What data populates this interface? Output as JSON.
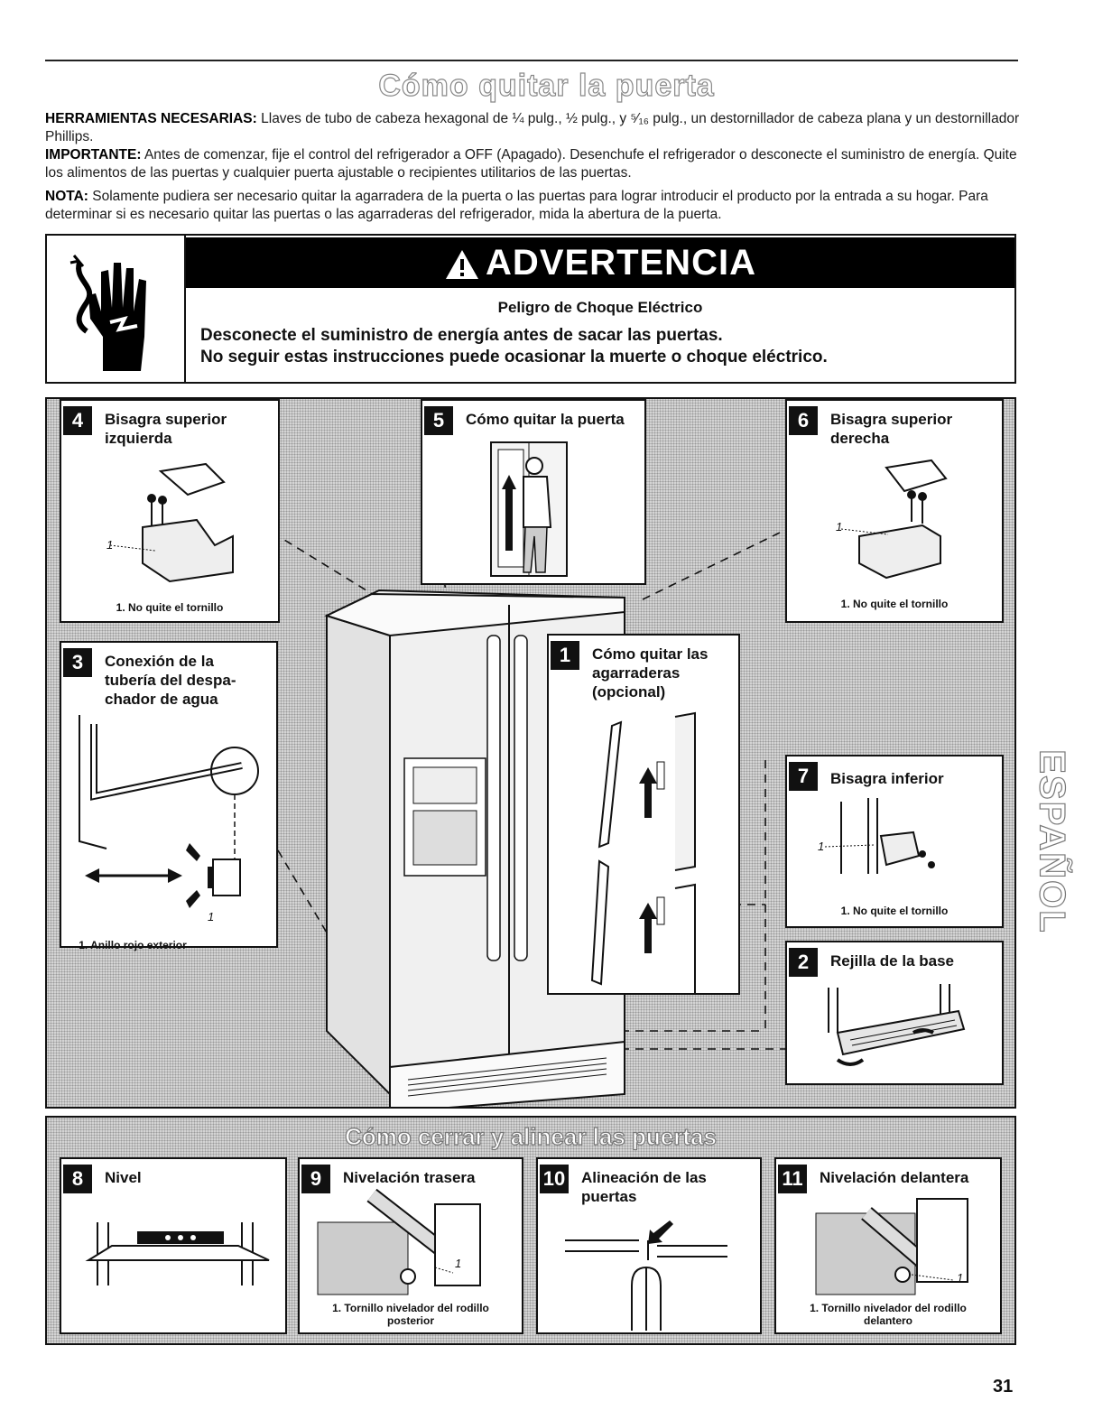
{
  "page": {
    "title": "Cómo quitar la puerta",
    "page_number": "31",
    "side_tab": "ESPAÑOL"
  },
  "intro": {
    "tools_label": "HERRAMIENTAS NECESARIAS:",
    "tools_text": "Llaves de tubo de cabeza hexagonal de ¼ pulg., ½ pulg., y ⁵⁄₁₆ pulg., un destornillador de cabeza plana y un destornillador Phillips.",
    "important_label": "IMPORTANTE:",
    "important_text": "Antes de comenzar, fije el control del refrigerador a OFF (Apagado). Desenchufe el refrigerador o desconecte el suministro de energía. Quite los alimentos de las puertas y cualquier puerta ajustable o recipientes utilitarios de las puertas.",
    "note_label": "NOTA:",
    "note_text": "Solamente pudiera ser necesario quitar la agarradera de la puerta o las puertas para lograr introducir el producto por la entrada a su hogar. Para determinar si es necesario quitar las puertas o las agarraderas del refrigerador, mida la abertura de la puerta."
  },
  "warning": {
    "heading": "ADVERTENCIA",
    "subheading": "Peligro de Choque Eléctrico",
    "line1": "Desconecte el suministro de energía antes de sacar las puertas.",
    "line2": "No seguir estas instrucciones puede ocasionar la muerte o choque eléctrico."
  },
  "panels": {
    "p1": {
      "num": "1",
      "title_lines": [
        "Cómo quitar las",
        "agarraderas",
        "(opcional)"
      ]
    },
    "p2": {
      "num": "2",
      "title": "Rejilla de la base"
    },
    "p3": {
      "num": "3",
      "title_lines": [
        "Conexión de la",
        "tubería del despa-",
        "chador de agua"
      ],
      "caption": "1. Anillo rojo exterior",
      "callout": "1"
    },
    "p4": {
      "num": "4",
      "title_lines": [
        "Bisagra superior",
        "izquierda"
      ],
      "caption": "1. No quite el tornillo",
      "callout": "1"
    },
    "p5": {
      "num": "5",
      "title": "Cómo quitar la puerta"
    },
    "p6": {
      "num": "6",
      "title_lines": [
        "Bisagra superior",
        "derecha"
      ],
      "caption": "1. No quite el tornillo",
      "callout": "1"
    },
    "p7": {
      "num": "7",
      "title": "Bisagra inferior",
      "caption": "1. No quite el tornillo",
      "callout": "1"
    }
  },
  "closing": {
    "title": "Cómo cerrar y alinear las puertas",
    "p8": {
      "num": "8",
      "title": "Nivel"
    },
    "p9": {
      "num": "9",
      "title": "Nivelación trasera",
      "caption_lines": [
        "1. Tornillo nivelador del rodillo",
        "posterior"
      ],
      "callout": "1"
    },
    "p10": {
      "num": "10",
      "title_lines": [
        "Alineación de las",
        "puertas"
      ]
    },
    "p11": {
      "num": "11",
      "title": "Nivelación delantera",
      "caption_lines": [
        "1. Tornillo nivelador del rodillo",
        "delantero"
      ],
      "callout": "1"
    }
  },
  "colors": {
    "ink": "#111111",
    "stipple_bg": "#d4d4d4",
    "white": "#ffffff"
  },
  "icons": [
    "electric-shock-hand-icon",
    "warning-triangle-icon"
  ]
}
